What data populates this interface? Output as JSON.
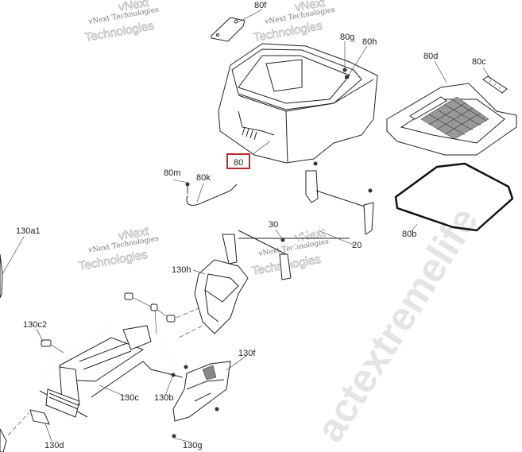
{
  "callouts": {
    "c80f": "80f",
    "c80g": "80g",
    "c80h": "80h",
    "c80d": "80d",
    "c80c": "80c",
    "c80": "80",
    "c80m": "80m",
    "c80k": "80k",
    "c30": "30",
    "c20": "20",
    "c80b": "80b",
    "c130a1": "130a1",
    "c130h": "130h",
    "c130c2": "130c2",
    "c130c": "130c",
    "c130b": "130b",
    "c130f": "130f",
    "c130d": "130d",
    "c130g": "130g"
  },
  "highlight": {
    "label": "80",
    "color": "#c0282d"
  },
  "watermarks": {
    "line1": "vNext",
    "line2": "vNext Technologies",
    "line3": "Technologies",
    "diagonal": "actextremelife"
  }
}
